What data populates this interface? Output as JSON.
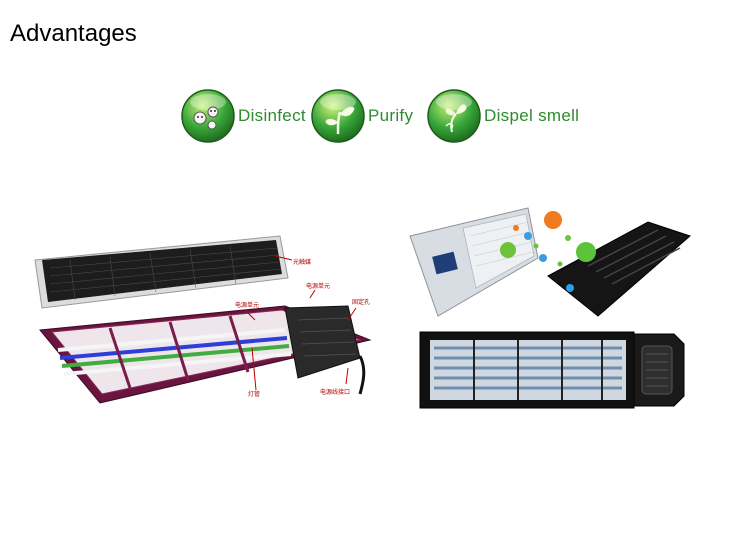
{
  "title": "Advantages",
  "advantages": [
    {
      "label": "Disinfect",
      "icon": "virus-icon"
    },
    {
      "label": "Purify",
      "icon": "sprout-icon"
    },
    {
      "label": "Dispel smell",
      "icon": "flower-icon"
    }
  ],
  "colors": {
    "badge_green": "#2f9e2f",
    "badge_light": "#b6e56a",
    "label_green": "#2e8b2e",
    "frame_magenta": "#7a1c4c",
    "tube_blue": "#2d3fd6",
    "tube_green": "#3fae3f"
  },
  "diagram": {
    "callouts": [
      "光触媒",
      "电源单元",
      "电源单元",
      "固定孔",
      "电源线接口",
      "灯管"
    ]
  }
}
